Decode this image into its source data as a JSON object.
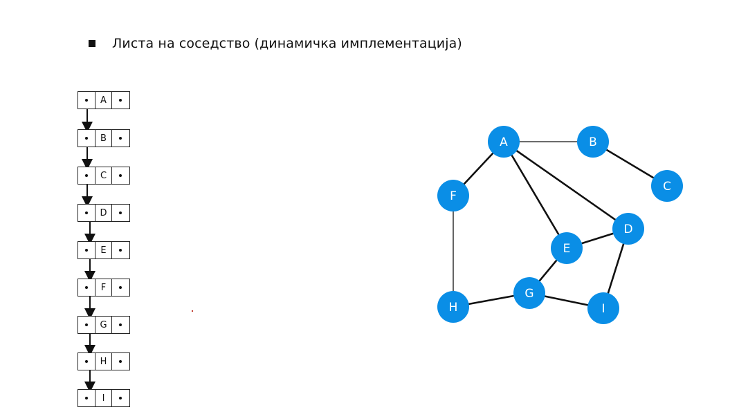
{
  "slide": {
    "title": "Листа на соседство (динамичка имплементација)"
  },
  "linked_list": {
    "nodes": [
      "A",
      "B",
      "C",
      "D",
      "E",
      "F",
      "G",
      "H",
      "I"
    ]
  },
  "graph": {
    "node_color": "#0a8ee6",
    "label_color": "#ffffff",
    "edge_color": "#111111",
    "nodes": [
      {
        "id": "A"
      },
      {
        "id": "B"
      },
      {
        "id": "C"
      },
      {
        "id": "D"
      },
      {
        "id": "E"
      },
      {
        "id": "F"
      },
      {
        "id": "G"
      },
      {
        "id": "H"
      },
      {
        "id": "I"
      }
    ],
    "edges": [
      [
        "A",
        "B"
      ],
      [
        "B",
        "C"
      ],
      [
        "A",
        "F"
      ],
      [
        "A",
        "E"
      ],
      [
        "A",
        "D"
      ],
      [
        "F",
        "H"
      ],
      [
        "E",
        "D"
      ],
      [
        "E",
        "G"
      ],
      [
        "D",
        "I"
      ],
      [
        "H",
        "G"
      ],
      [
        "G",
        "I"
      ]
    ]
  }
}
